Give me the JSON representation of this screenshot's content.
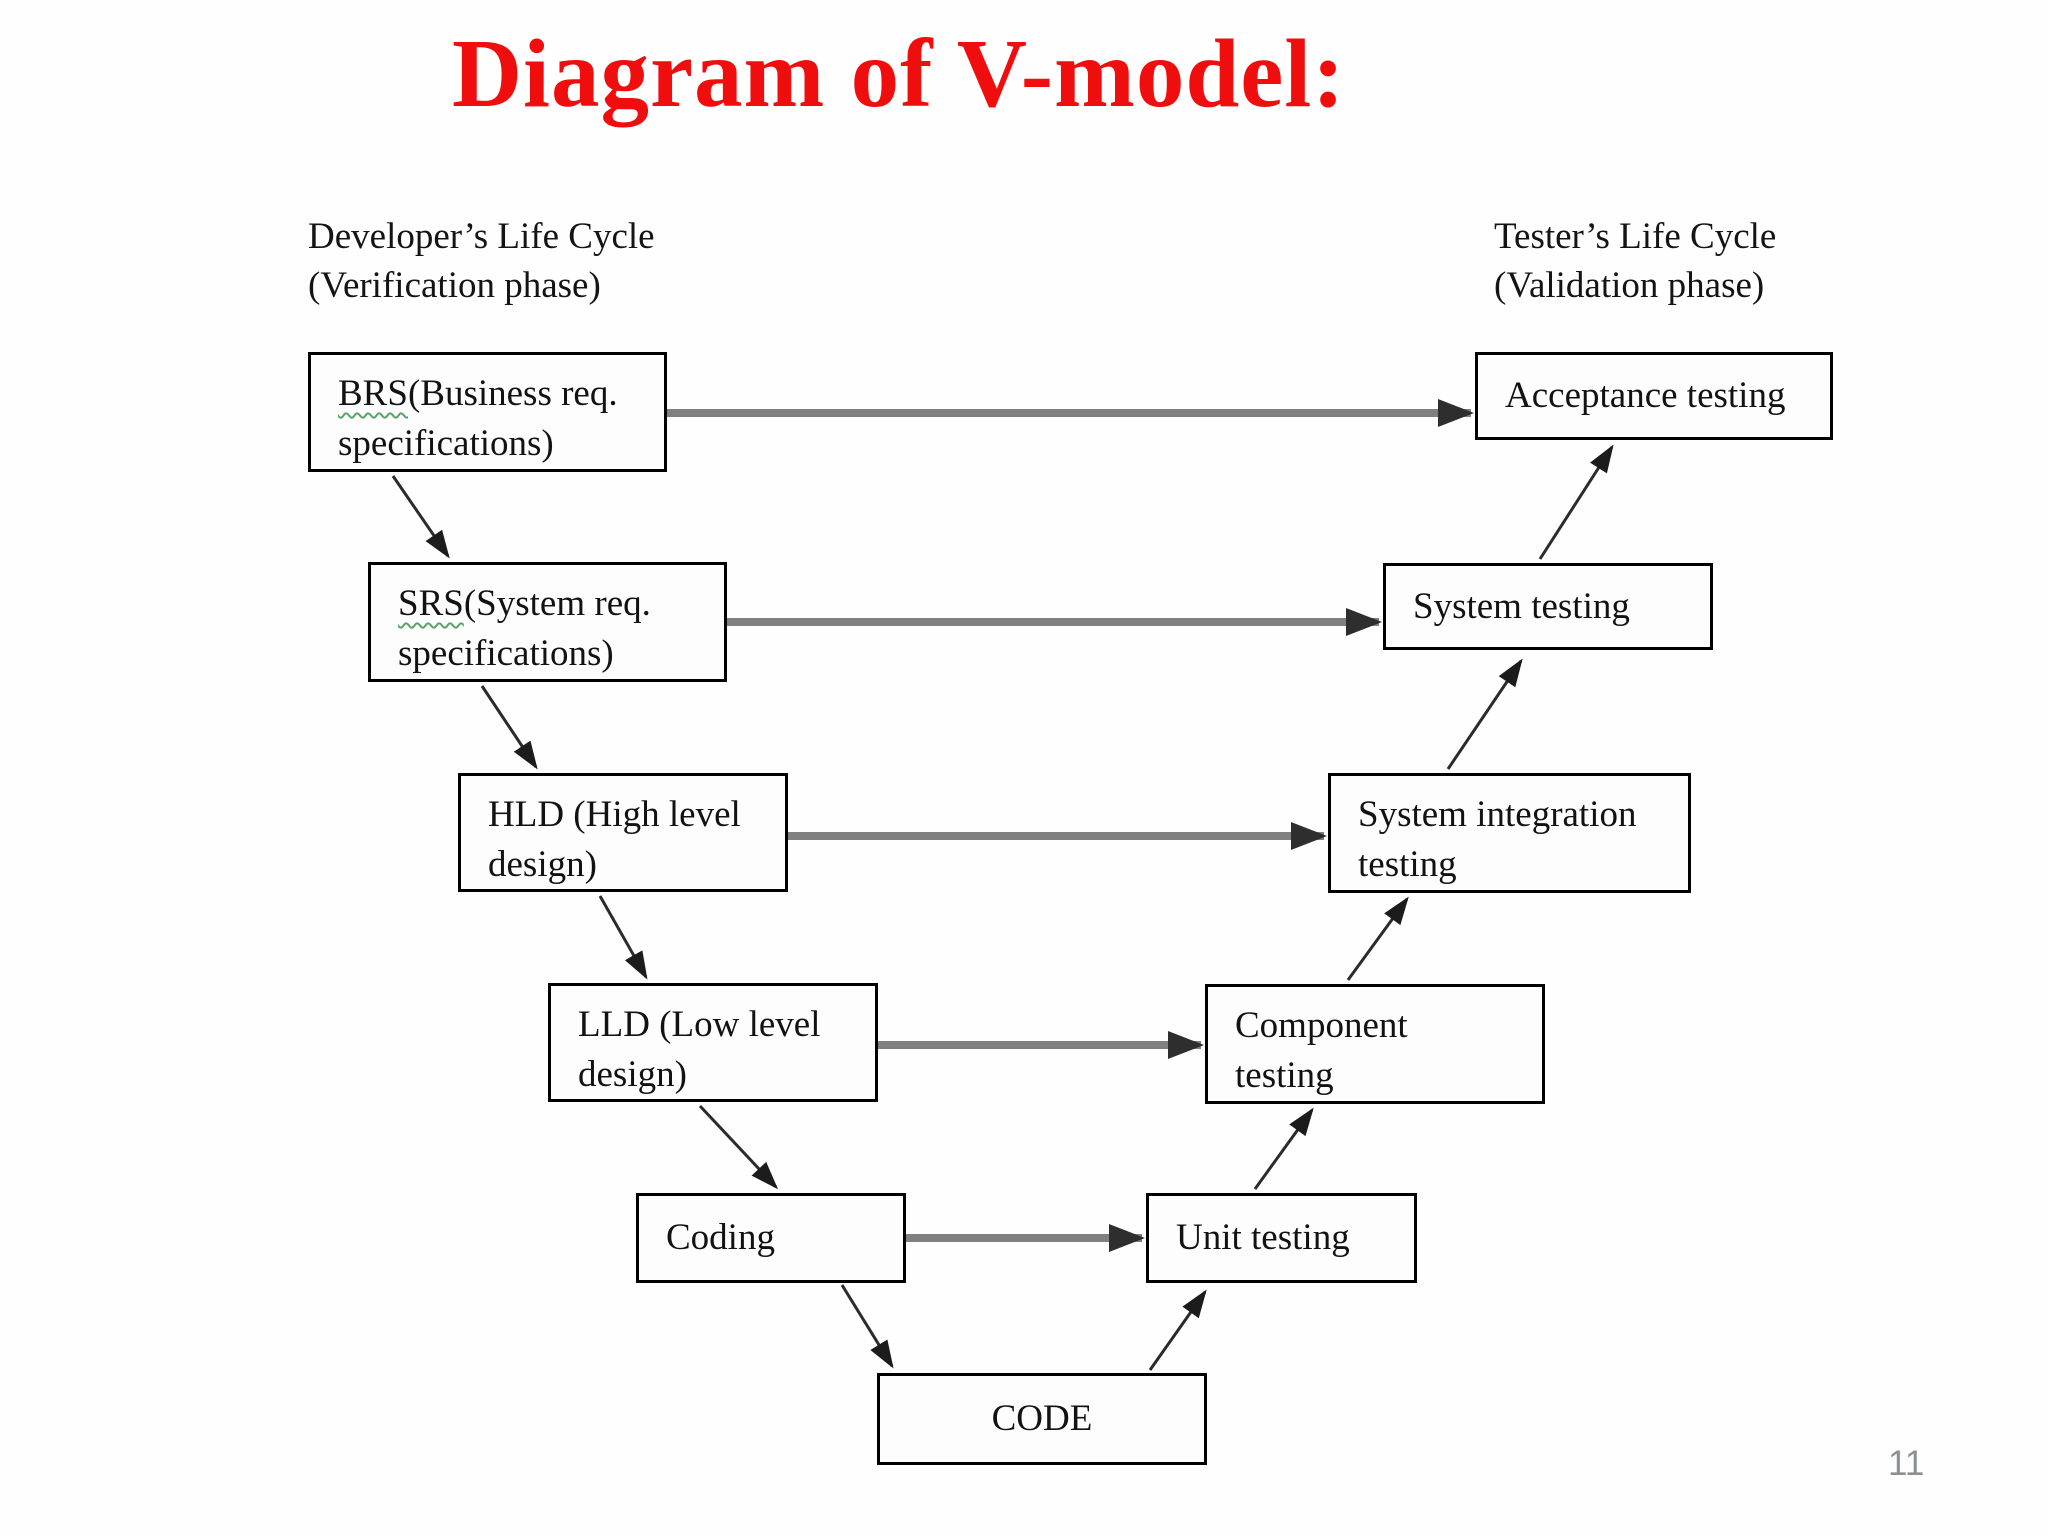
{
  "slide": {
    "title": "Diagram of V-model:",
    "page_number": "11"
  },
  "headers": {
    "developer_line1": "Developer’s Life Cycle",
    "developer_line2": "(Verification phase)",
    "tester_line1": "Tester’s Life Cycle",
    "tester_line2": "(Validation phase)"
  },
  "boxes": {
    "brs": {
      "abbr": "BRS",
      "line1_rest": "(Business req.",
      "line2": "specifications)"
    },
    "srs": {
      "abbr": "SRS",
      "line1_rest": "(System req.",
      "line2": "specifications)"
    },
    "hld": {
      "line1": "HLD (High level",
      "line2": "design)"
    },
    "lld": {
      "line1": "LLD (Low level",
      "line2": "design)"
    },
    "coding": {
      "label": "Coding"
    },
    "code": {
      "label": "CODE"
    },
    "acceptance": {
      "label": "Acceptance testing"
    },
    "system": {
      "label": "System testing"
    },
    "integration": {
      "line1": "System integration",
      "line2": "testing"
    },
    "component": {
      "line1": "Component",
      "line2": "testing"
    },
    "unit": {
      "label": "Unit testing"
    }
  },
  "colors": {
    "title_red": "#f00d0d",
    "horizontal_arrow_gray": "#808080",
    "diagonal_arrow_black": "#2b2b2b",
    "box_border": "#000000",
    "spellcheck_squiggle_green": "#5ba468",
    "page_number_gray": "#8b9095"
  }
}
